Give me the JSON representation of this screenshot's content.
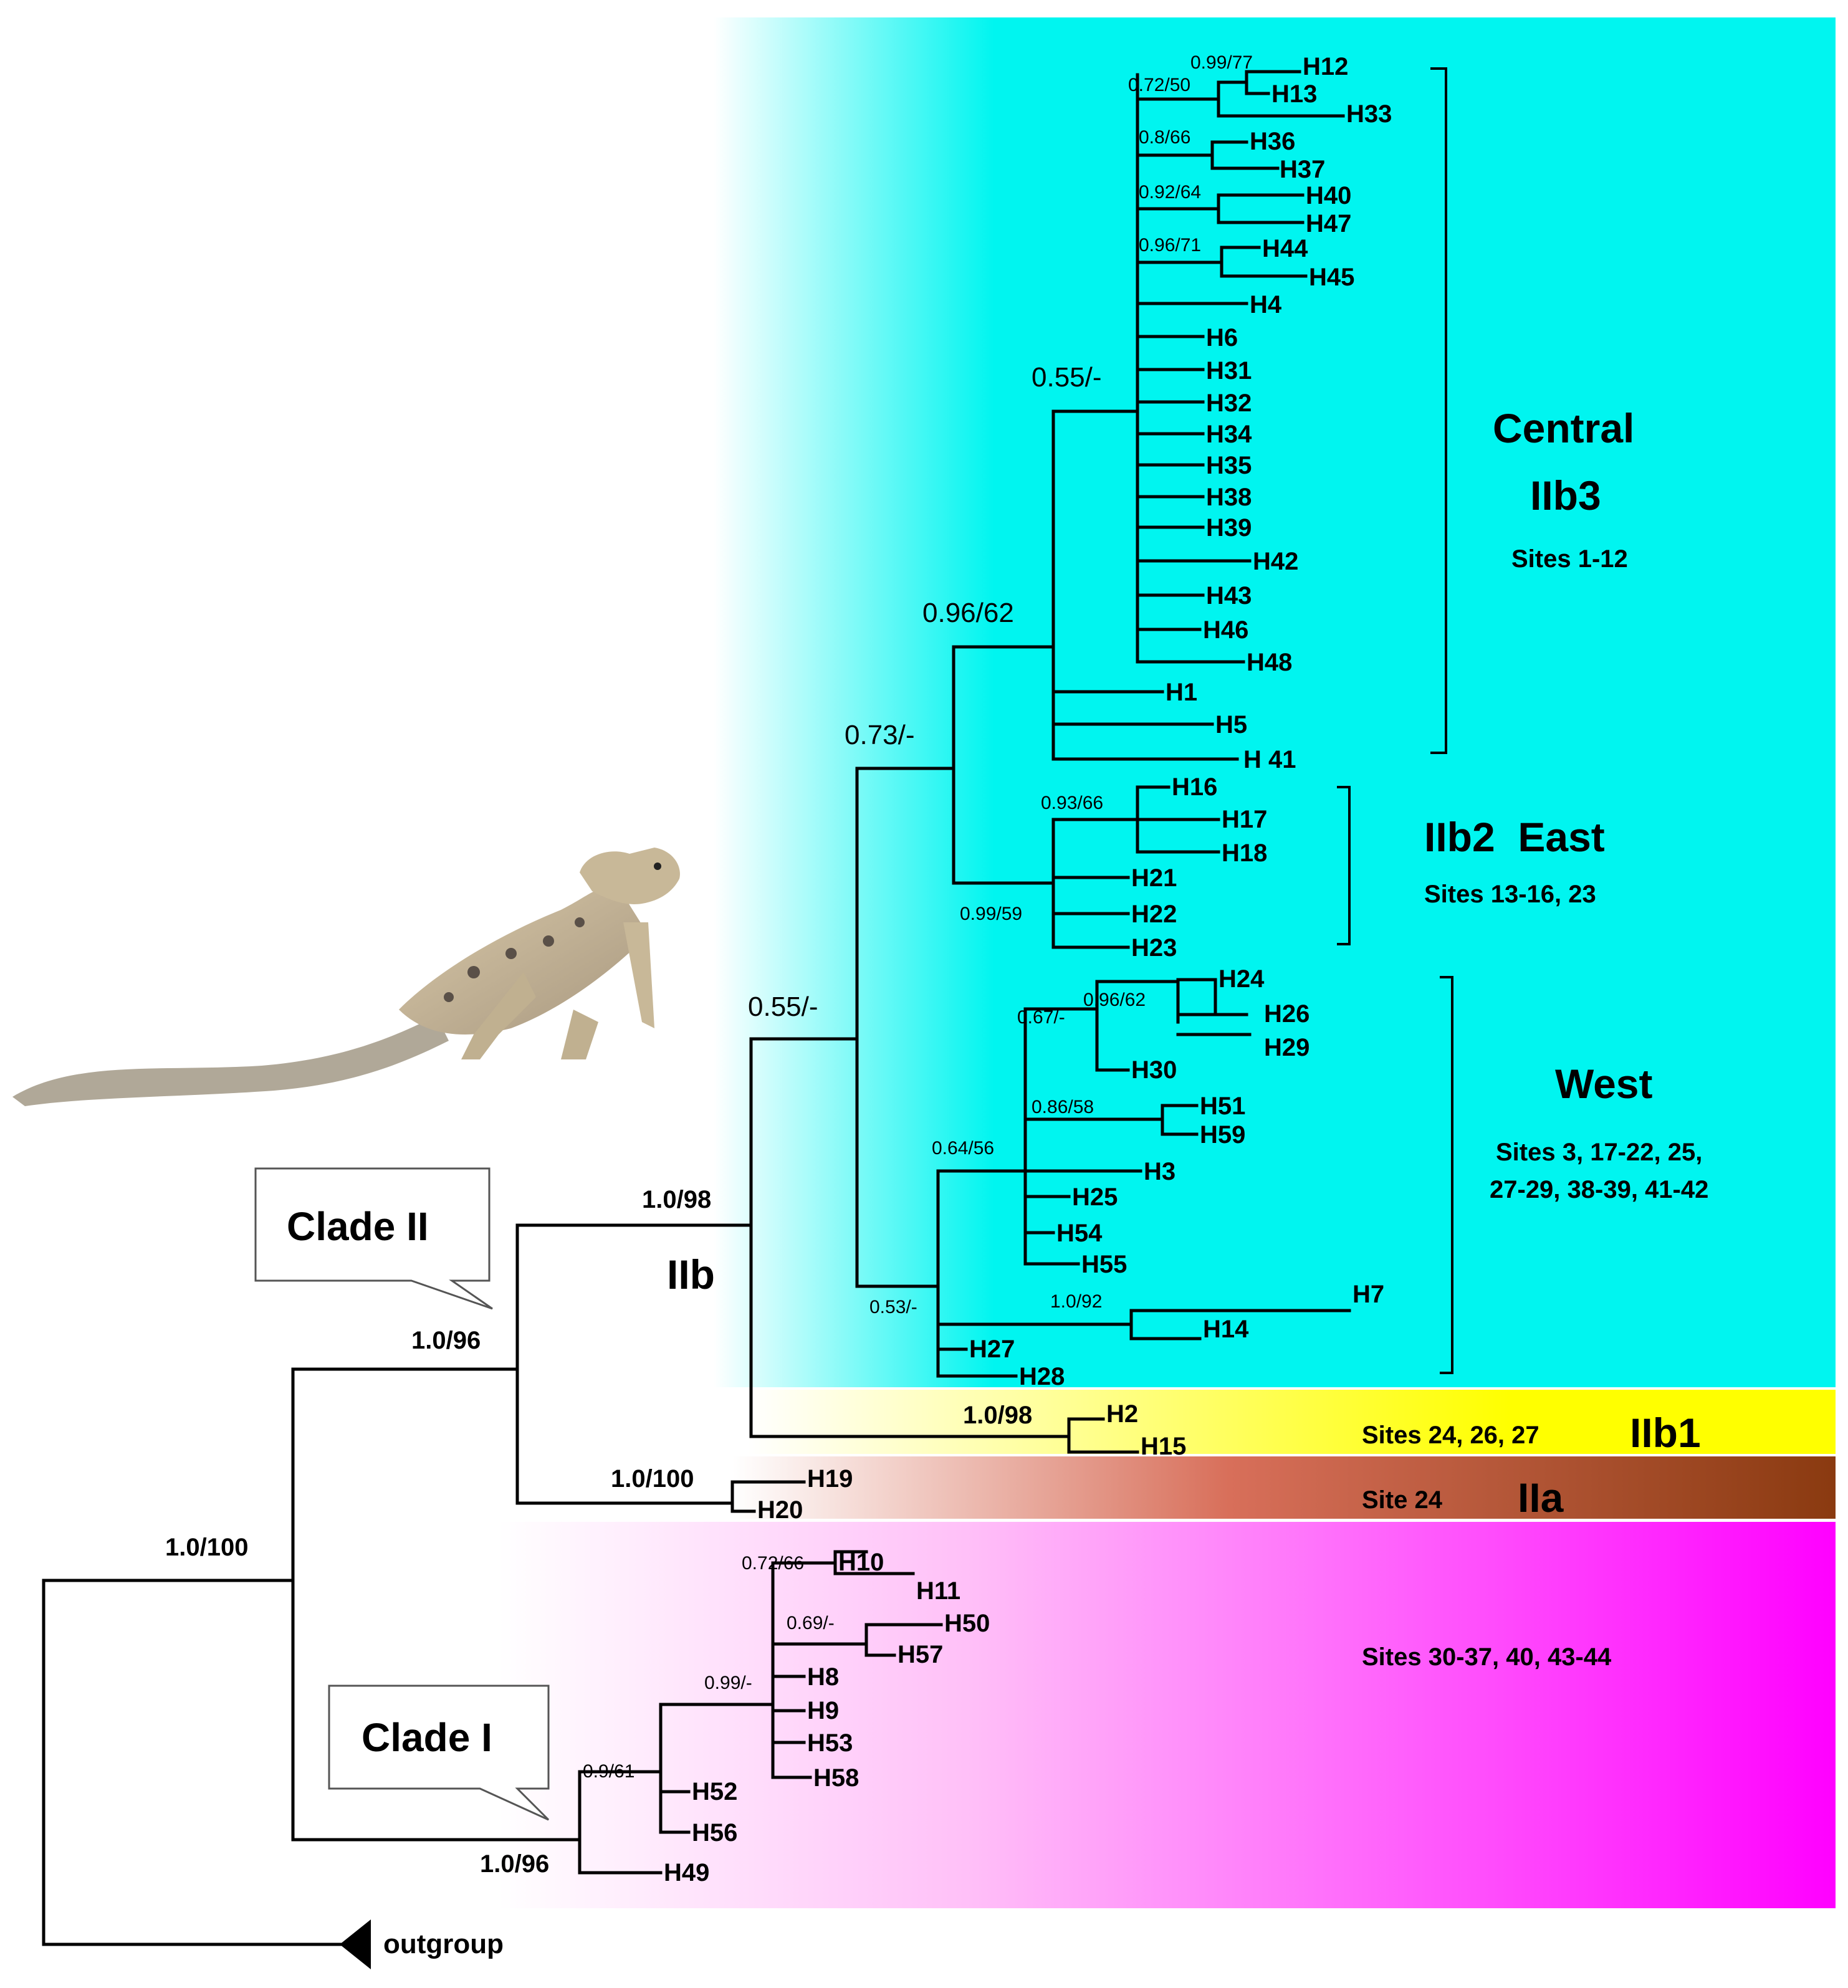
{
  "colors": {
    "central_bg": "#00f5f0",
    "iib1_bg": "#ffff00",
    "iia_bg": "#8a3a10",
    "clade1_bg": "#ff00ff"
  },
  "tips": {
    "H12": "H12",
    "H13": "H13",
    "H33": "H33",
    "H36": "H36",
    "H37": "H37",
    "H40": "H40",
    "H47": "H47",
    "H44": "H44",
    "H45": "H45",
    "H4": "H4",
    "H6": "H6",
    "H31": "H31",
    "H32": "H32",
    "H34": "H34",
    "H35": "H35",
    "H38": "H38",
    "H39": "H39",
    "H42": "H42",
    "H43": "H43",
    "H46": "H46",
    "H48": "H48",
    "H1": "H1",
    "H5": "H5",
    "H41": "H 41",
    "H16": "H16",
    "H17": "H17",
    "H18": "H18",
    "H21": "H21",
    "H22": "H22",
    "H23": "H23",
    "H24": "H24",
    "H26": "H26",
    "H29": "H29",
    "H30": "H30",
    "H51": "H51",
    "H59": "H59",
    "H3": "H3",
    "H25": "H25",
    "H54": "H54",
    "H55": "H55",
    "H7": "H7",
    "H14": "H14",
    "H27": "H27",
    "H28": "H28",
    "H2": "H2",
    "H15": "H15",
    "H19": "H19",
    "H20": "H20",
    "H10": "H10",
    "H11": "H11",
    "H50": "H50",
    "H57": "H57",
    "H8": "H8",
    "H9": "H9",
    "H53": "H53",
    "H58": "H58",
    "H52": "H52",
    "H56": "H56",
    "H49": "H49",
    "outgroup": "outgroup"
  },
  "support": {
    "s_0_99_77": "0.99/77",
    "s_0_72_50": "0.72/50",
    "s_0_8_66": "0.8/66",
    "s_0_92_64": "0.92/64",
    "s_0_96_71": "0.96/71",
    "s_0_55_a": "0.55/-",
    "s_0_96_62_big": "0.96/62",
    "s_0_73": "0.73/-",
    "s_0_93_66": "0.93/66",
    "s_0_99_59": "0.99/59",
    "s_0_55_b": "0.55/-",
    "s_0_96_62_small": "0.96/62",
    "s_0_67": "0.67/-",
    "s_0_86_58": "0.86/58",
    "s_0_64_56": "0.64/56",
    "s_0_53": "0.53/-",
    "s_1_0_92": "1.0/92",
    "s_1_0_98_iib": "1.0/98",
    "s_1_0_96_c2": "1.0/96",
    "s_1_0_98_iib1": "1.0/98",
    "s_1_0_100_iia": "1.0/100",
    "s_1_0_100_root": "1.0/100",
    "s_0_72_66": "0.72/66",
    "s_0_69": "0.69/-",
    "s_0_99_c1": "0.99/-",
    "s_0_9_61": "0.9/61",
    "s_1_0_96_c1": "1.0/96"
  },
  "groups": {
    "central": "Central",
    "iib3": "IIb3",
    "sites_central": "Sites 1-12",
    "iib2_east": "IIb2  East",
    "sites_east": "Sites 13-16, 23",
    "west": "West",
    "sites_west_1": "Sites 3, 17-22, 25,",
    "sites_west_2": "27-29, 38-39, 41-42",
    "iib": "IIb",
    "sites_iib1": "Sites 24, 26, 27",
    "iib1": "IIb1",
    "sites_iia": "Site 24",
    "iia": "IIa",
    "sites_clade1": "Sites 30-37, 40, 43-44",
    "clade2": "Clade II",
    "clade1": "Clade I"
  }
}
